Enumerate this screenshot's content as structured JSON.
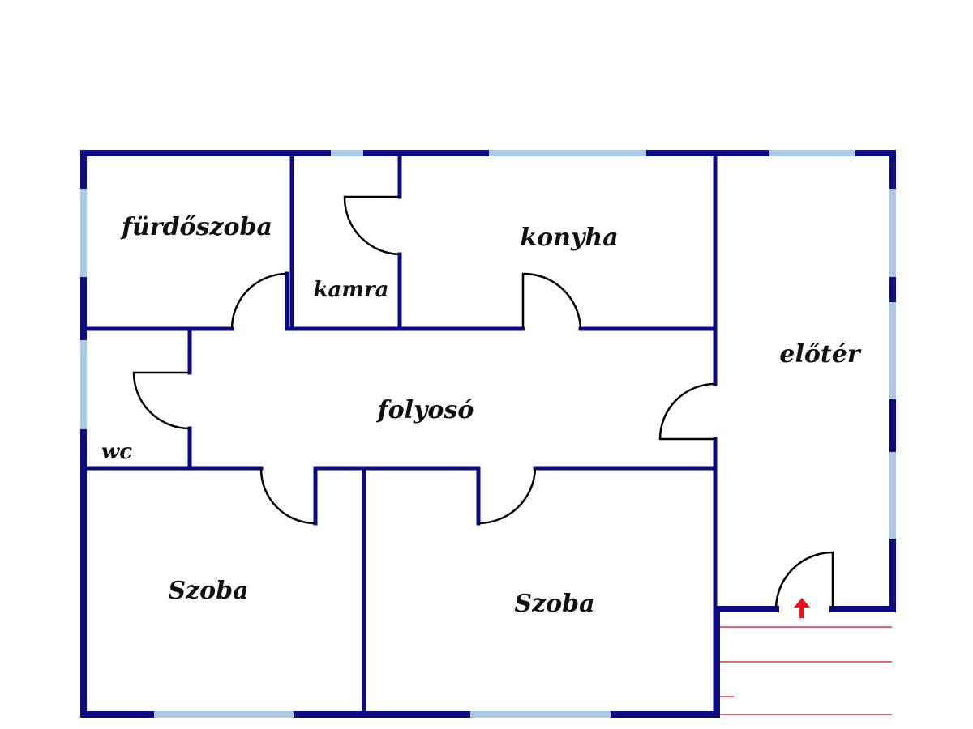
{
  "colors": {
    "wall": "#0d0a86",
    "window": "#a9cbe8",
    "door": "#000000",
    "stairs": "#d9333b",
    "arrow": "#e8141c",
    "background": "#ffffff"
  },
  "rooms": {
    "furdoszoba": "fürdőszoba",
    "kamra": "kamra",
    "konyha": "konyha",
    "eloter": "előtér",
    "folyoso": "folyosó",
    "wc": "wc",
    "szoba_left": "Szoba",
    "szoba_right": "Szoba"
  },
  "icons": {
    "entrance": "up-arrow-icon"
  }
}
